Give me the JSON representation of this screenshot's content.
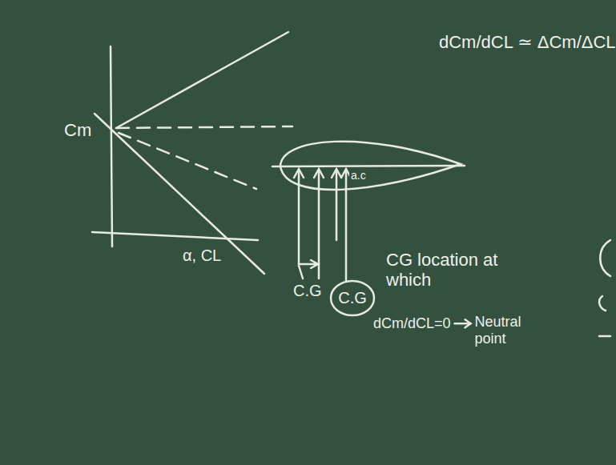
{
  "diagram": {
    "nodes": [
      {
        "text": [
          "C.G"
        ]
      }
    ],
    "labels": [
      "Cm",
      "α, CL",
      "a.c",
      "C.G",
      "CG location at which",
      "dCm/dCL=0",
      "Neutral point",
      "dCm/dCL ≃ ΔCm/ΔCL"
    ]
  }
}
